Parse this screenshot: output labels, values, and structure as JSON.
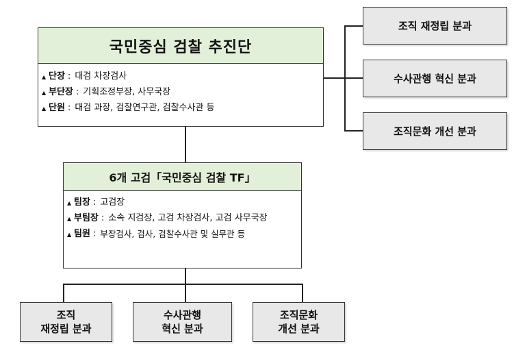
{
  "top_unit": {
    "title": "국민중심 검찰 추진단",
    "items": [
      {
        "label": "단장",
        "sep": ":",
        "value": "대검 차장검사"
      },
      {
        "label": "부단장",
        "sep": ":",
        "value": "기획조정부장, 사무국장"
      },
      {
        "label": "단원",
        "sep": ":",
        "value": "대검 과장, 검찰연구관, 검찰수사관 등"
      }
    ]
  },
  "top_subcommittees": [
    {
      "label": "조직 재정립 분과"
    },
    {
      "label": "수사관행 혁신 분과"
    },
    {
      "label": "조직문화 개선 분과"
    }
  ],
  "tf_unit": {
    "title": "6개 고검「국민중심 검찰 TF」",
    "items": [
      {
        "label": "팀장",
        "sep": ":",
        "value": "고검장"
      },
      {
        "label": "부팀장",
        "sep": ":",
        "value": "소속 지검장, 고검 차장검사, 고검 사무국장"
      },
      {
        "label": "팀원",
        "sep": ":",
        "value": "부장검사, 검사, 검찰수사관 및 실무관 등"
      }
    ]
  },
  "bottom_subcommittees": [
    {
      "line1": "조직",
      "line2": "재정립 분과"
    },
    {
      "line1": "수사관행",
      "line2": "혁신 분과"
    },
    {
      "line1": "조직문화",
      "line2": "개선 분과"
    }
  ],
  "bullet_icon": "▲",
  "colors": {
    "header_fill": "#e2f0da",
    "subcommittee_fill": "#e8e8e8",
    "border": "#333333"
  }
}
